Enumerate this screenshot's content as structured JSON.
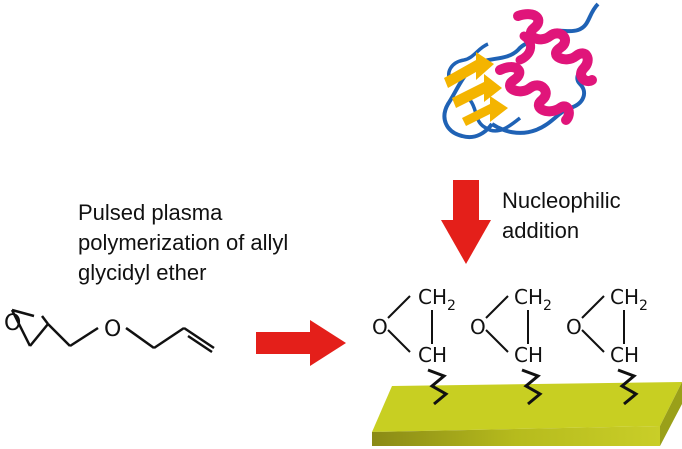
{
  "process_label": [
    "Pulsed plasma",
    "polymerization of allyl",
    "glycidyl ether"
  ],
  "reaction_label": [
    "Nucleophilic",
    "addition"
  ],
  "molecule_atoms": {
    "ring_oxygen": "O",
    "ether_oxygen": "O"
  },
  "surface_groups": [
    {
      "oxygen": "O",
      "top": "CH",
      "top_sub": "2",
      "bottom": "CH"
    },
    {
      "oxygen": "O",
      "top": "CH",
      "top_sub": "2",
      "bottom": "CH"
    },
    {
      "oxygen": "O",
      "top": "CH",
      "top_sub": "2",
      "bottom": "CH"
    }
  ],
  "colors": {
    "arrow": "#e41f1a",
    "substrate": "#c8cf22",
    "protein_helix": "#e0157a",
    "protein_sheet": "#f4b400",
    "protein_loop": "#1f62b5"
  }
}
